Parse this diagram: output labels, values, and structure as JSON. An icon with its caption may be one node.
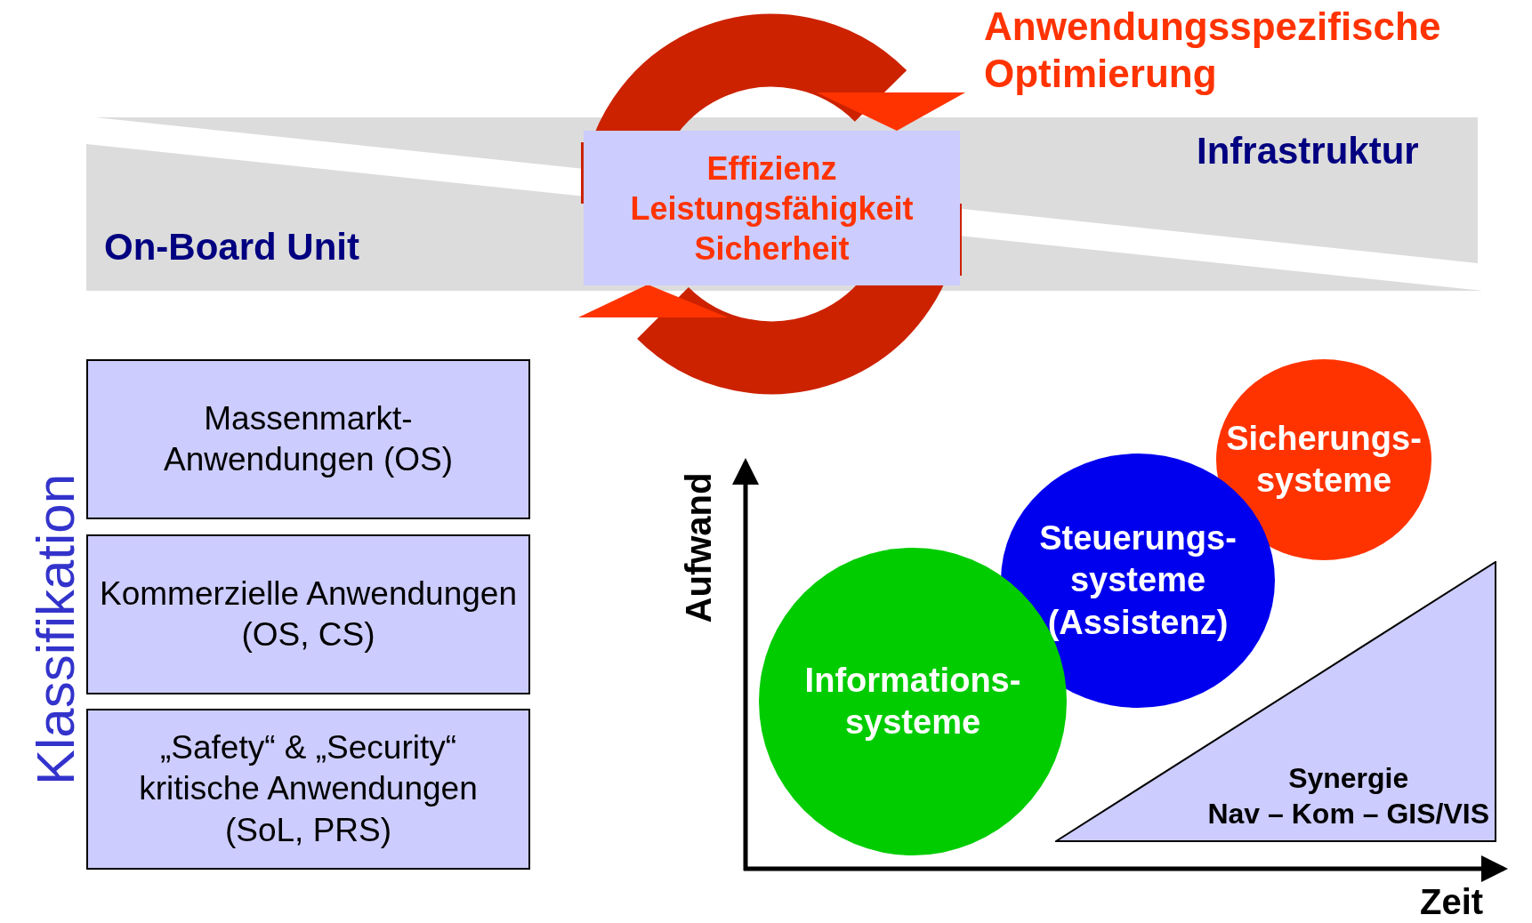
{
  "diagram": {
    "nodes": [
      {
        "text": [
          "Infrastruktur"
        ]
      },
      {
        "text": [
          "On-Board Unit"
        ]
      },
      {
        "text": [
          "Effizienz",
          "Leistungsfähigkeit",
          "Sicherheit"
        ]
      },
      {
        "text": [
          "Massenmarkt- Anwendungen (OS)"
        ]
      },
      {
        "text": [
          "Kommerzielle Anwendungen (OS, CS)"
        ]
      },
      {
        "text": [
          "„Safety“ & „Security“ kritische Anwendungen (SoL, PRS)"
        ]
      },
      {
        "text": [
          "Sicherungs- systeme"
        ]
      },
      {
        "text": [
          "Steuerungs- systeme (Assistenz)"
        ]
      },
      {
        "text": [
          "Informations- systeme"
        ]
      },
      {
        "text": [
          "Synergie",
          "Nav – Kom – GIS/VIS"
        ]
      }
    ],
    "labels": [
      "Anwendungsspezifische Optimierung",
      "Klassifikation",
      "Aufwand",
      "Zeit"
    ]
  }
}
